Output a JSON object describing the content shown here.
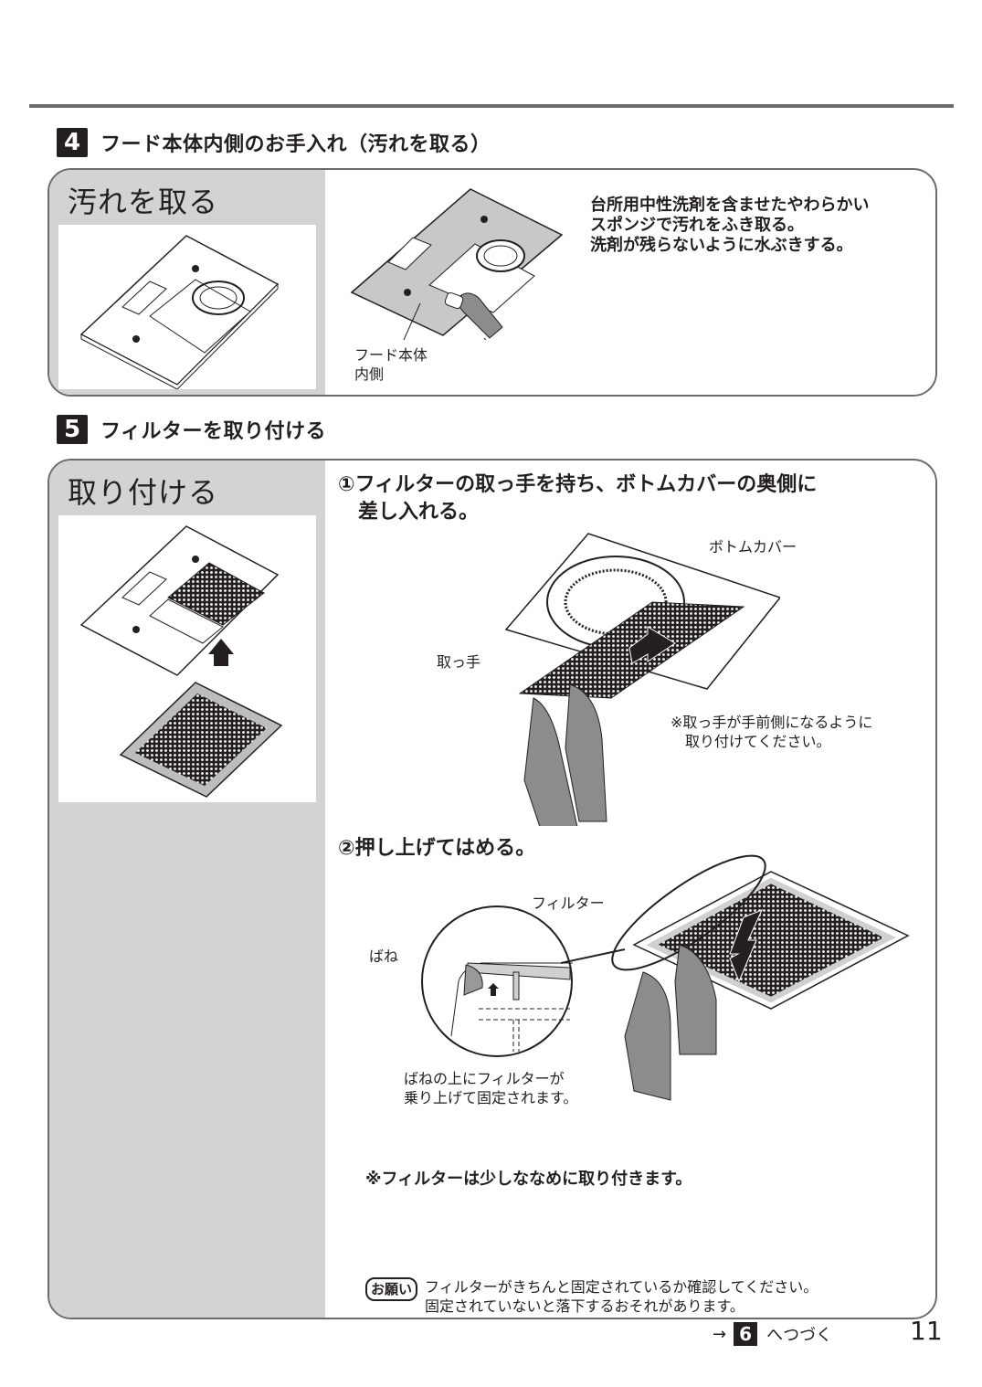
{
  "step4": {
    "number": "4",
    "title": "フード本体内側のお手入れ（汚れを取る）",
    "side_title": "汚れを取る",
    "instruction_lines": [
      "台所用中性洗剤を含ませたやわらかい",
      "スポンジで汚れをふき取る。",
      "洗剤が残らないように水ぶきする。"
    ],
    "illustration_label_lines": [
      "フード本体",
      "内側"
    ]
  },
  "step5": {
    "number": "5",
    "title": "フィルターを取り付ける",
    "side_title": "取り付ける",
    "substep1": {
      "lines": [
        "①フィルターの取っ手を持ち、ボトムカバーの奥側に",
        "　差し入れる。"
      ],
      "label_bottom_cover": "ボトムカバー",
      "label_handle": "取っ手",
      "note_lines": [
        "※取っ手が手前側になるように",
        "　取り付けてください。"
      ]
    },
    "substep2": {
      "line": "②押し上げてはめる。",
      "label_filter": "フィルター",
      "label_spring": "ばね",
      "caption_lines": [
        "ばねの上にフィルターが",
        "乗り上げて固定されます。"
      ]
    },
    "note": "※フィルターは少しななめに取り付きます。",
    "request": {
      "badge": "お願い",
      "lines": [
        "フィルターがきちんと固定されているか確認してください。",
        "固定されていないと落下するおそれがあります。"
      ]
    }
  },
  "footer": {
    "arrow": "→",
    "next_step": "6",
    "continue_text": "へつづく",
    "page_number": "11"
  },
  "colors": {
    "ink": "#231f20",
    "panel_border": "#6b6b6b",
    "side_fill": "#d3d3d3",
    "glove": "#8c8c8c"
  }
}
